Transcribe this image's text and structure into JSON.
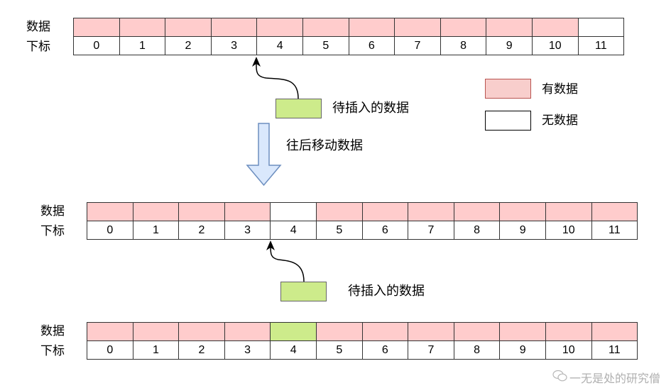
{
  "labels": {
    "data_row": "数据",
    "index_row": "下标"
  },
  "indices": [
    "0",
    "1",
    "2",
    "3",
    "4",
    "5",
    "6",
    "7",
    "8",
    "9",
    "10",
    "11"
  ],
  "arrays": [
    {
      "name": "before",
      "cells": [
        "filled",
        "filled",
        "filled",
        "filled",
        "filled",
        "filled",
        "filled",
        "filled",
        "filled",
        "filled",
        "filled",
        "empty"
      ]
    },
    {
      "name": "shifted",
      "cells": [
        "filled",
        "filled",
        "filled",
        "filled",
        "empty",
        "filled",
        "filled",
        "filled",
        "filled",
        "filled",
        "filled",
        "filled"
      ]
    },
    {
      "name": "after",
      "cells": [
        "filled",
        "filled",
        "filled",
        "filled",
        "insert",
        "filled",
        "filled",
        "filled",
        "filled",
        "filled",
        "filled",
        "filled"
      ]
    }
  ],
  "insert_caption": "待插入的数据",
  "shift_caption": "往后移动数据",
  "legend": {
    "filled": "有数据",
    "empty": "无数据"
  },
  "watermark": "一无是处的研究僧",
  "colors": {
    "filled": "#ffcccc",
    "empty": "#ffffff",
    "insert": "#cdeb8b",
    "arrow_fill": "#dae8fc",
    "arrow_stroke": "#6c8ebf"
  }
}
